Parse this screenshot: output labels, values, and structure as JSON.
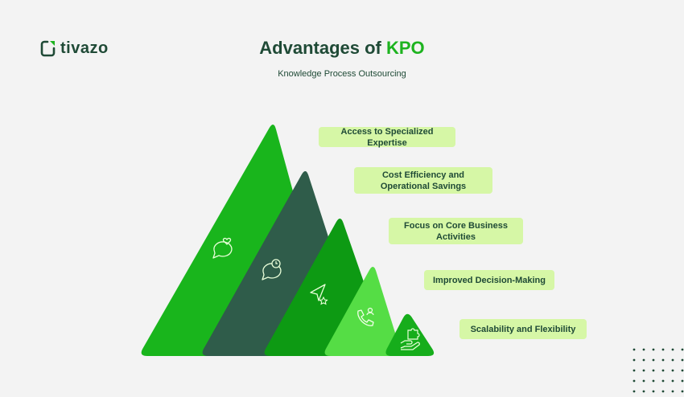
{
  "brand": {
    "name": "tivazo"
  },
  "header": {
    "title_main": "Advantages of ",
    "title_accent": "KPO",
    "subtitle": "Knowledge Process Outsourcing"
  },
  "colors": {
    "background": "#f3f3f3",
    "dark_green": "#1f4a36",
    "accent_green": "#1db31f",
    "label_bg": "#d6f7a6"
  },
  "advantages": [
    {
      "label": "Access to Specialized Expertise",
      "icon": "chat-heart-icon",
      "color": "#19b51c"
    },
    {
      "label": "Cost Efficiency and Operational Savings",
      "icon": "chat-clock-icon",
      "color": "#2f5c4a"
    },
    {
      "label": "Focus on Core Business Activities",
      "icon": "paper-plane-star-icon",
      "color": "#0d9a13"
    },
    {
      "label": "Improved Decision-Making",
      "icon": "phone-user-icon",
      "color": "#55dd45"
    },
    {
      "label": "Scalability and Flexibility",
      "icon": "hand-puzzle-icon",
      "color": "#16ad1b"
    }
  ]
}
